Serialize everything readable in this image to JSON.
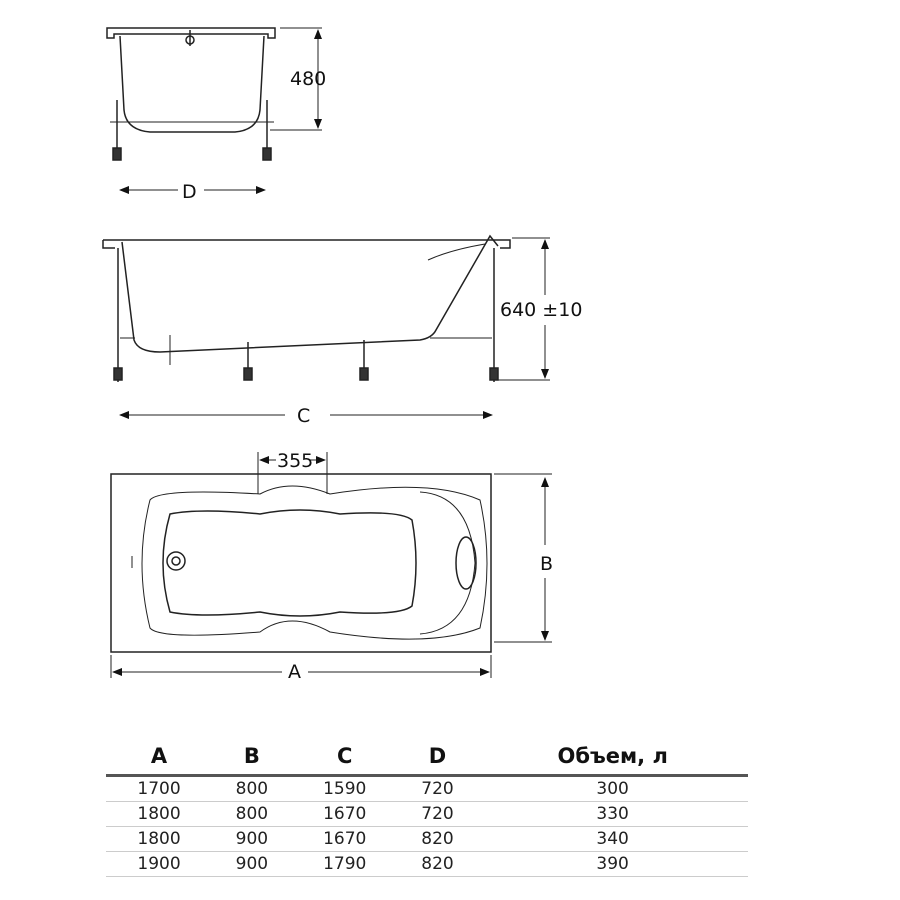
{
  "drawing": {
    "front_view": {
      "height_label": "480",
      "width_label": "D"
    },
    "side_view": {
      "height_label": "640 ±10",
      "length_label": "C"
    },
    "plan_view": {
      "handle_label": "355",
      "width_label": "B",
      "length_label": "A"
    }
  },
  "table": {
    "headers": [
      "A",
      "B",
      "C",
      "D",
      "Объем, л"
    ],
    "rows": [
      [
        "1700",
        "800",
        "1590",
        "720",
        "300"
      ],
      [
        "1800",
        "800",
        "1670",
        "720",
        "330"
      ],
      [
        "1800",
        "900",
        "1670",
        "820",
        "340"
      ],
      [
        "1900",
        "900",
        "1790",
        "820",
        "390"
      ]
    ]
  }
}
